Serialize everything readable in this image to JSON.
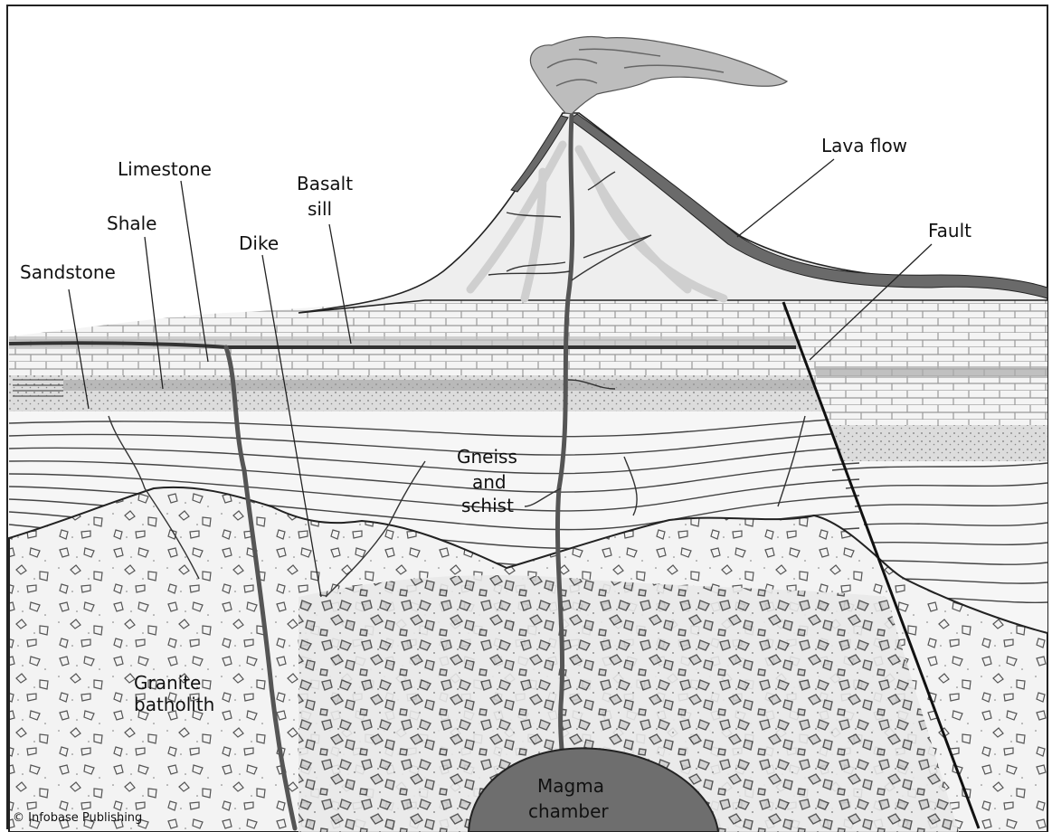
{
  "labels": {
    "sandstone": "Sandstone",
    "shale": "Shale",
    "limestone": "Limestone",
    "dike": "Dike",
    "basalt_sill_line1": "Basalt",
    "basalt_sill_line2": "sill",
    "lava_flow": "Lava flow",
    "fault": "Fault",
    "gneiss_line1": "Gneiss",
    "gneiss_line2": "and",
    "gneiss_line3": "schist",
    "granite_line1": "Granite",
    "granite_line2": "batholith",
    "magma_line1": "Magma",
    "magma_line2": "chamber"
  },
  "credit": "© Infobase Publishing",
  "colors": {
    "sky": "#ffffff",
    "volcano": "#eeeeee",
    "lava": "#6a6a6a",
    "sediment": "#e7e7e7",
    "metamorphic": "#f6f6f6",
    "granite": "#f2f2f2",
    "magma": "#6e6e6e",
    "intrusion": "#555555"
  }
}
